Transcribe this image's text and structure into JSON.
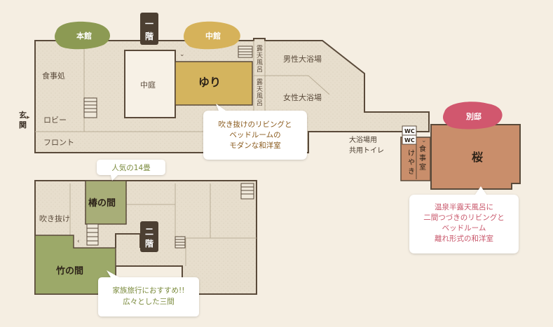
{
  "colors": {
    "background": "#f5eee2",
    "floor": "#e7decd",
    "wall": "#5a4a3a",
    "room_yuri": "#d4b45e",
    "room_sakura": "#c98e6b",
    "room_tsubaki": "#a8ae78",
    "room_take": "#9ca969",
    "badge_honkan": "#8c9a53",
    "badge_nakakan": "#d6b25a",
    "badge_bettei": "#d1576e",
    "floor_label": "#4c3f32",
    "callout_text_green": "#7b8b3d",
    "callout_text_brown": "#8a5a1c",
    "callout_text_pink": "#c8566a"
  },
  "badges": {
    "honkan": "本館",
    "nakakan": "中館",
    "bettei": "別邸"
  },
  "floor_labels": {
    "first": [
      "一",
      "階"
    ],
    "second": [
      "二",
      "階"
    ]
  },
  "rooms": {
    "yuri": "ゆり",
    "sakura": "桜",
    "tsubaki": "椿の間",
    "take": "竹の間"
  },
  "labels": {
    "entrance": [
      "玄",
      "関"
    ],
    "dining": "食事処",
    "lobby": "ロビー",
    "front": "フロント",
    "courtyard": "中庭",
    "open_air_1": [
      "露",
      "天",
      "風",
      "呂"
    ],
    "open_air_2": [
      "露",
      "天",
      "風",
      "呂"
    ],
    "mens_bath": "男性大浴場",
    "womens_bath": "女性大浴場",
    "bath_toilet": [
      "大浴場用",
      "共用トイレ"
    ],
    "wc_1": "WC",
    "wc_2": "WC",
    "keyaki": [
      "け",
      "や",
      "き"
    ],
    "dining_room": [
      "食",
      "事",
      "室"
    ],
    "fukinuke": "吹き抜け"
  },
  "callouts": {
    "yuri": [
      "吹き抜けのリビングと",
      "ベッドルームの",
      "モダンな和洋室"
    ],
    "tsubaki": "人気の14畳",
    "take": [
      "家族旅行におすすめ!!",
      "広々とした三間"
    ],
    "sakura": [
      "温泉半露天風呂に",
      "二間つづきのリビングと",
      "ベッドルーム",
      "離れ形式の和洋室"
    ]
  }
}
